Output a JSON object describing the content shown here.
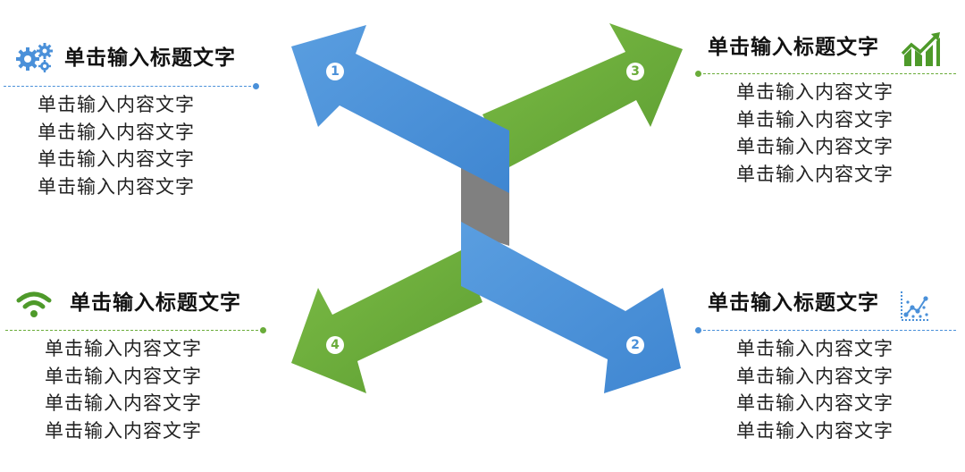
{
  "colors": {
    "blue": "#4a90d9",
    "green": "#6aac3a",
    "gray": "#7f7f7f"
  },
  "arrows": [
    {
      "number": "1",
      "color": "blue",
      "direction": "top-left"
    },
    {
      "number": "2",
      "color": "blue",
      "direction": "bottom-right"
    },
    {
      "number": "3",
      "color": "green",
      "direction": "top-right"
    },
    {
      "number": "4",
      "color": "green",
      "direction": "bottom-left"
    }
  ],
  "blocks": {
    "top_left": {
      "icon": "gears-icon",
      "title": "单击输入标题文字",
      "lines": [
        "单击输入内容文字",
        "单击输入内容文字",
        "单击输入内容文字",
        "单击输入内容文字"
      ]
    },
    "top_right": {
      "icon": "growth-chart-icon",
      "title": "单击输入标题文字",
      "lines": [
        "单击输入内容文字",
        "单击输入内容文字",
        "单击输入内容文字",
        "单击输入内容文字"
      ]
    },
    "bottom_left": {
      "icon": "wifi-icon",
      "title": "单击输入标题文字",
      "lines": [
        "单击输入内容文字",
        "单击输入内容文字",
        "单击输入内容文字",
        "单击输入内容文字"
      ]
    },
    "bottom_right": {
      "icon": "scatter-chart-icon",
      "title": "单击输入标题文字",
      "lines": [
        "单击输入内容文字",
        "单击输入内容文字",
        "单击输入内容文字",
        "单击输入内容文字"
      ]
    }
  }
}
